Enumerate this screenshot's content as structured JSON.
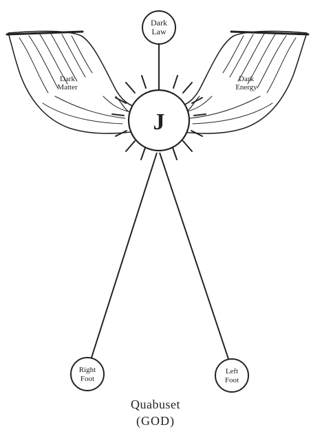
{
  "diagram": {
    "center": {
      "label": "J"
    },
    "top_node": {
      "label_lines": [
        "Dark",
        "Law"
      ]
    },
    "left_wing": {
      "label_lines": [
        "Dark",
        "Matter"
      ]
    },
    "right_wing": {
      "label_lines": [
        "Dark",
        "Energy"
      ]
    },
    "right_foot": {
      "label_lines": [
        "Right",
        "Foot"
      ]
    },
    "left_foot": {
      "label_lines": [
        "Left",
        "Foot"
      ]
    },
    "caption": {
      "name": "Quabuset",
      "sub": "(GOD)"
    },
    "colors": {
      "ink": "#222222",
      "background": "#ffffff"
    }
  }
}
